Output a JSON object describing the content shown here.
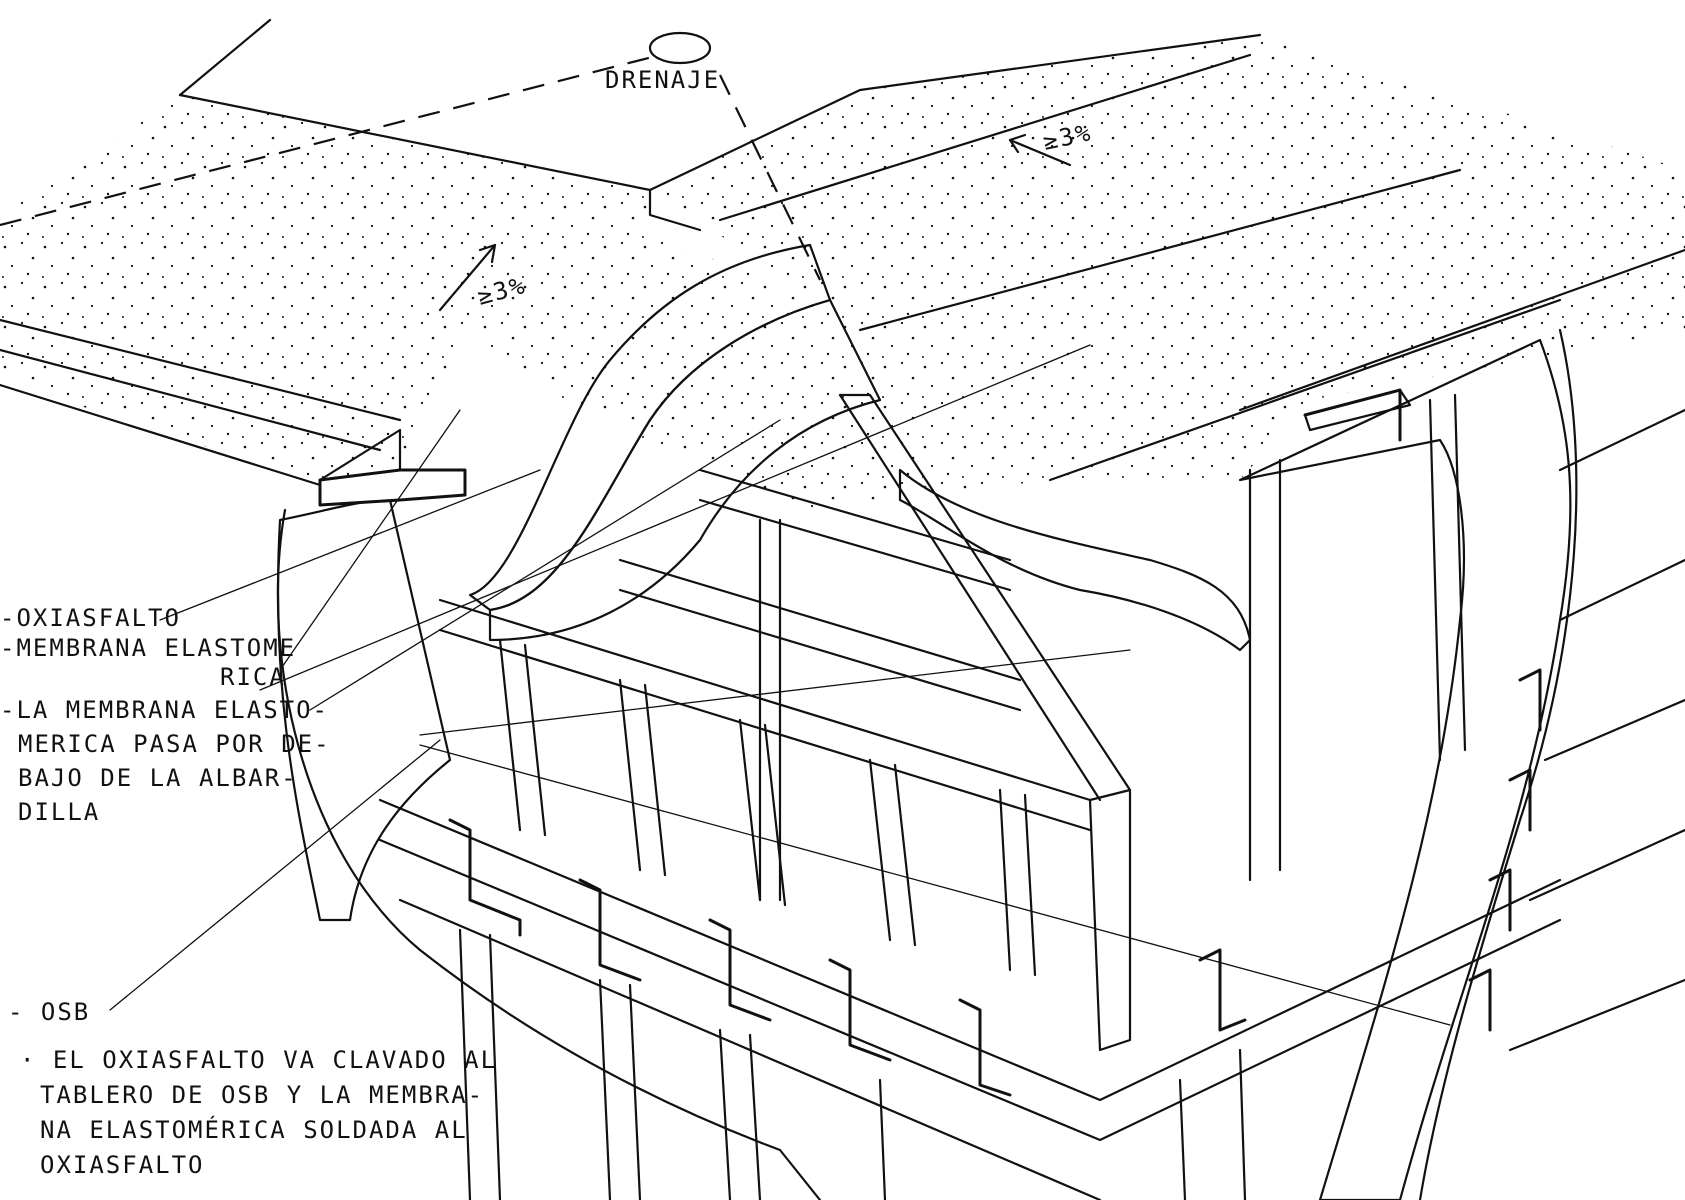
{
  "labels": {
    "drenaje": "DRENAJE",
    "slope_right": "≥3%",
    "slope_left": "≥3%",
    "oxiasfalto": "-OXIASFALTO",
    "membrana_line1": "-MEMBRANA ELASTOME",
    "membrana_line2": "RICA",
    "nota1_line1": "-LA MEMBRANA ELASTO-",
    "nota1_line2": "MERICA PASA POR DE-",
    "nota1_line3": "BAJO DE LA ALBAR-",
    "nota1_line4": "DILLA",
    "osb": "- OSB",
    "nota2_line1": "· EL OXIASFALTO VA CLAVADO AL",
    "nota2_line2": "TABLERO DE OSB Y LA MEMBRA-",
    "nota2_line3": "NA ELASTOMÉRICA SOLDADA AL",
    "nota2_line4": "OXIASFALTO"
  },
  "colors": {
    "ink": "#111111",
    "paper": "#ffffff"
  }
}
